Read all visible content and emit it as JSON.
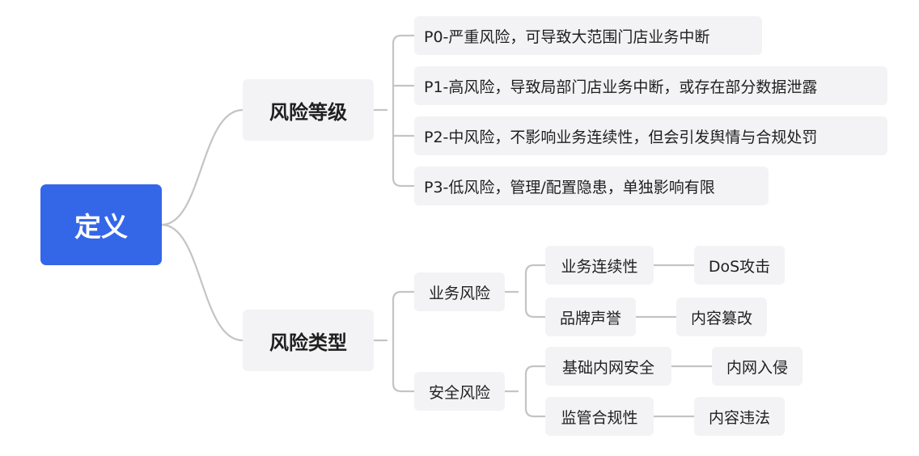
{
  "root": {
    "label": "定义"
  },
  "levels": {
    "label": "风险等级",
    "items": [
      "P0-严重风险，可导致大范围门店业务中断",
      "P1-高风险，导致局部门店业务中断，或存在部分数据泄露",
      "P2-中风险，不影响业务连续性，但会引发舆情与合规处罚",
      "P3-低风险，管理/配置隐患，单独影响有限"
    ]
  },
  "types": {
    "label": "风险类型",
    "business": {
      "label": "业务风险",
      "continuity": {
        "label": "业务连续性",
        "example": "DoS攻击"
      },
      "brand": {
        "label": "品牌声誉",
        "example": "内容篡改"
      }
    },
    "security": {
      "label": "安全风险",
      "intranet": {
        "label": "基础内网安全",
        "example": "内网入侵"
      },
      "compliance": {
        "label": "监管合规性",
        "example": "内容违法"
      }
    }
  },
  "colors": {
    "root_fill": "#3466e8",
    "node_fill": "#f3f3f5",
    "connector": "#c4c4c4"
  }
}
